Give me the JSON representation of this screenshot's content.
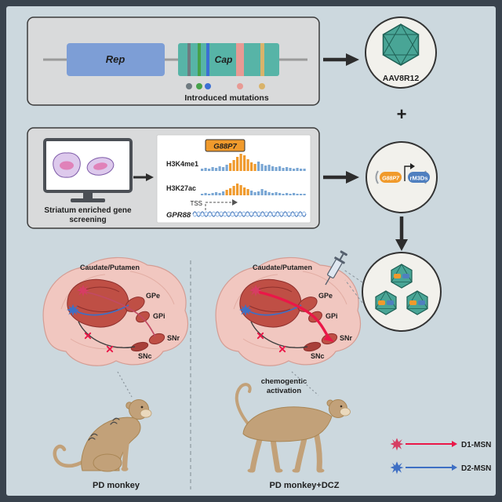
{
  "colors": {
    "accent_orange": "#f09a2c",
    "track_blue": "#7ba7d4",
    "virus_teal": "#49a596",
    "d1_red": "#ea1748",
    "d2_blue": "#3e6fc4"
  },
  "top_panel": {
    "rep": "Rep",
    "cap": "Cap",
    "mutations_caption": "Introduced mutations"
  },
  "aav": {
    "name": "AAV8R12",
    "plus": "+"
  },
  "screening": {
    "monitor_caption_line1": "Striatum enriched gene",
    "monitor_caption_line2": "screening",
    "promoter_badge": "G88P7",
    "gene": "GPR88",
    "tss": "TSS",
    "tracks": {
      "h3k4me1": {
        "label": "H3K4me1",
        "heights": [
          3,
          4,
          3,
          5,
          4,
          6,
          5,
          8,
          10,
          14,
          18,
          22,
          20,
          15,
          11,
          9,
          12,
          9,
          7,
          8,
          6,
          5,
          6,
          4,
          5,
          4,
          3,
          4,
          3,
          3
        ],
        "peak_start": 8,
        "peak_end": 15
      },
      "h3k27ac": {
        "label": "H3K27ac",
        "heights": [
          2,
          3,
          2,
          3,
          4,
          3,
          5,
          7,
          9,
          12,
          15,
          13,
          10,
          8,
          6,
          4,
          5,
          8,
          6,
          4,
          3,
          4,
          3,
          2,
          3,
          2,
          3,
          2,
          2,
          2
        ],
        "peak_start": 7,
        "peak_end": 13
      }
    }
  },
  "vector_circle": {
    "promoter": "G88P7",
    "transgene": "rM3Ds"
  },
  "brain": {
    "striatum": "Caudate/Putamen",
    "gpe": "GPe",
    "gpi": "GPi",
    "snr": "SNr",
    "snc": "SNc"
  },
  "right_scene": {
    "activation_line1": "chemogentic",
    "activation_line2": "activation"
  },
  "captions": {
    "left_monkey": "PD monkey",
    "right_monkey": "PD monkey+DCZ"
  },
  "legend": {
    "d1": "D1-MSN",
    "d2": "D2-MSN"
  }
}
